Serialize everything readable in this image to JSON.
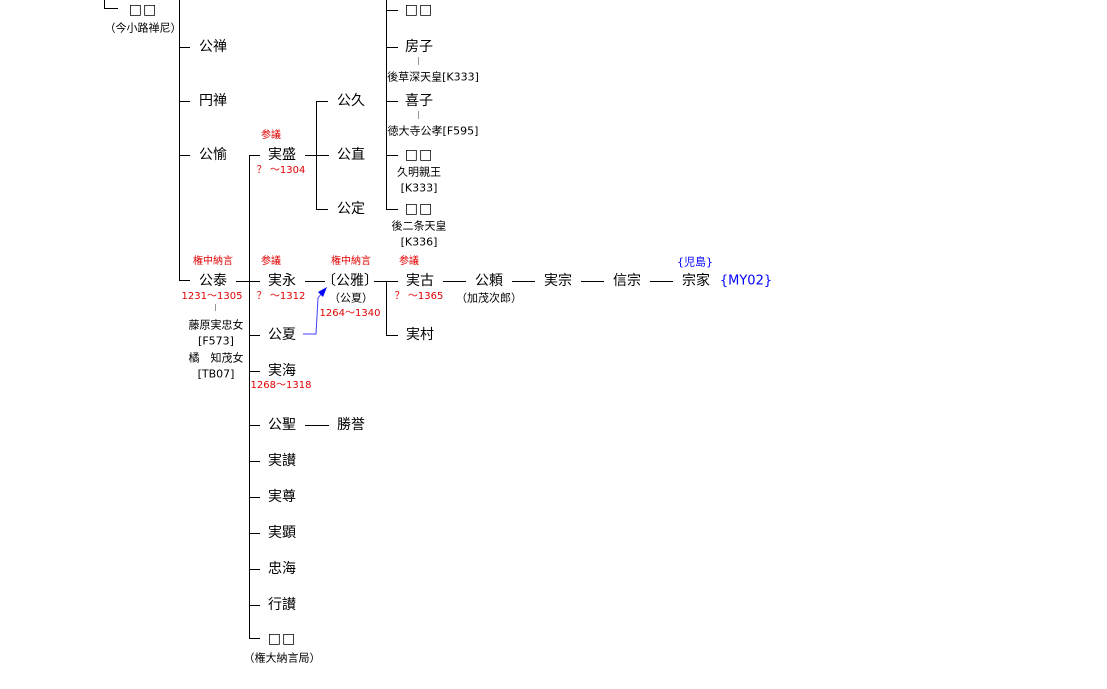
{
  "top": {
    "name": "□□",
    "note": "（今小路禅尼）"
  },
  "gen1": {
    "kozen": "公禅",
    "enzen": "円禅",
    "koyu": "公愉",
    "kotai": {
      "name": "公泰",
      "title": "権中納言",
      "dates": "1231〜1305",
      "mother1": "藤原実忠女",
      "mother1_id": "[F573]",
      "mother2": "橘　知茂女",
      "mother2_id": "[TB07]"
    }
  },
  "sanemori": {
    "name": "実盛",
    "title": "参議",
    "dates": "？ 〜1304",
    "children": [
      "公久",
      "公直",
      "公定"
    ]
  },
  "daughters": [
    {
      "name": "□□"
    },
    {
      "name": "房子",
      "spouse": "後草深天皇[K333]"
    },
    {
      "name": "喜子",
      "spouse": "徳大寺公孝[F595]"
    },
    {
      "name": "□□",
      "spouse": "久明親王",
      "spouse_id": "[K333]"
    },
    {
      "name": "□□",
      "spouse": "後二条天皇",
      "spouse_id": "[K336]"
    }
  ],
  "sanenaga": {
    "name": "実永",
    "title": "参議",
    "dates": "？ 〜1312"
  },
  "kimimasa": {
    "name": "〔公雅〕",
    "title": "権中納言",
    "alias": "（公夏）",
    "dates": "1264〜1340"
  },
  "sanefuru": {
    "name": "実古",
    "title": "参議",
    "dates": "？ 〜1365"
  },
  "sanemura": "実村",
  "kimiyori": {
    "name": "公頼",
    "alias": "（加茂次郎）"
  },
  "line": [
    "実宗",
    "信宗"
  ],
  "munaie": {
    "name": "宗家",
    "title": "{児島}",
    "id": "{MY02}"
  },
  "kimina": "公夏",
  "sanemi": {
    "name": "実海",
    "dates": "1268〜1318"
  },
  "kimisato": {
    "name": "公聖",
    "child": "勝誉"
  },
  "others": [
    "実讃",
    "実尊",
    "実顕",
    "忠海",
    "行讃"
  ],
  "last": {
    "name": "□□",
    "note": "（権大納言局）"
  },
  "colors": {
    "title": "#e00000",
    "link": "#0000ff"
  }
}
